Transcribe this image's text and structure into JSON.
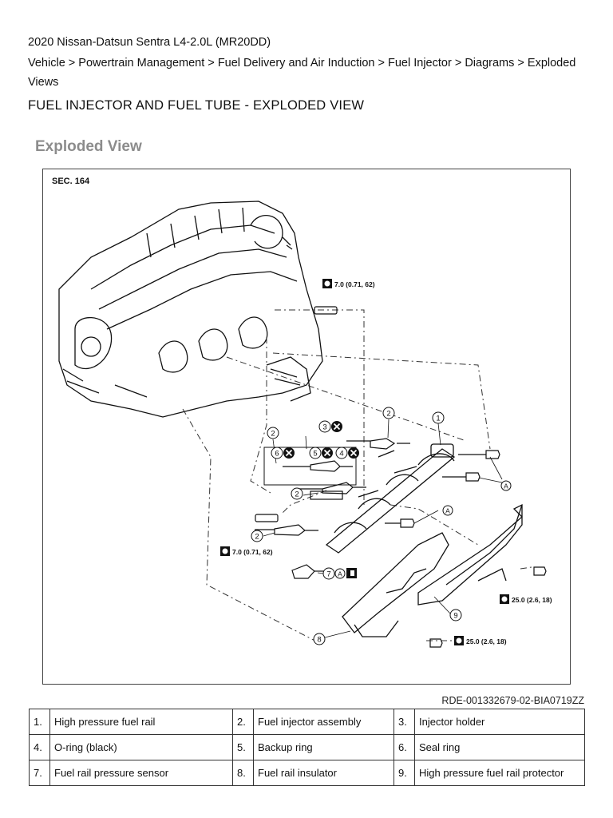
{
  "header": {
    "vehicle": "2020 Nissan-Datsun Sentra L4-2.0L (MR20DD)",
    "breadcrumb": [
      {
        "label": "Vehicle",
        "sep": " > "
      },
      {
        "label": "Powertrain Management",
        "sep": " > "
      },
      {
        "label": "Fuel Delivery and Air Induction",
        "sep": " > "
      },
      {
        "label": "Fuel Injector",
        "sep": " > "
      },
      {
        "label": "Diagrams",
        "sep": " > "
      },
      {
        "label": "Exploded Views",
        "sep": ""
      }
    ],
    "doc_title": "FUEL INJECTOR AND FUEL TUBE - EXPLODED VIEW"
  },
  "section_heading": "Exploded View",
  "figure": {
    "sec_label": "SEC. 164",
    "torque_top": "7.0 (0.71, 62)",
    "torque_left": "7.0 (0.71, 62)",
    "torque_right": "25.0 (2.6, 18)",
    "torque_bottom": "25.0 (2.6, 18)",
    "callouts": {
      "c1": "1",
      "c2a": "2",
      "c2b": "2",
      "c2c": "2",
      "c2d": "2",
      "c3": "3",
      "c4": "4",
      "c5": "5",
      "c6": "6",
      "c7": "7",
      "c8": "8",
      "c9": "9",
      "a1": "A",
      "a2": "A",
      "a3": "A"
    },
    "reference": "RDE-001332679-02-BIA0719ZZ"
  },
  "legend": [
    [
      {
        "n": "1.",
        "label": "High pressure fuel rail"
      },
      {
        "n": "2.",
        "label": "Fuel injector assembly"
      },
      {
        "n": "3.",
        "label": "Injector holder"
      }
    ],
    [
      {
        "n": "4.",
        "label": "O-ring (black)"
      },
      {
        "n": "5.",
        "label": "Backup ring"
      },
      {
        "n": "6.",
        "label": "Seal ring"
      }
    ],
    [
      {
        "n": "7.",
        "label": "Fuel rail pressure sensor"
      },
      {
        "n": "8.",
        "label": "Fuel rail insulator"
      },
      {
        "n": "9.",
        "label": "High pressure fuel rail protector"
      }
    ]
  ]
}
